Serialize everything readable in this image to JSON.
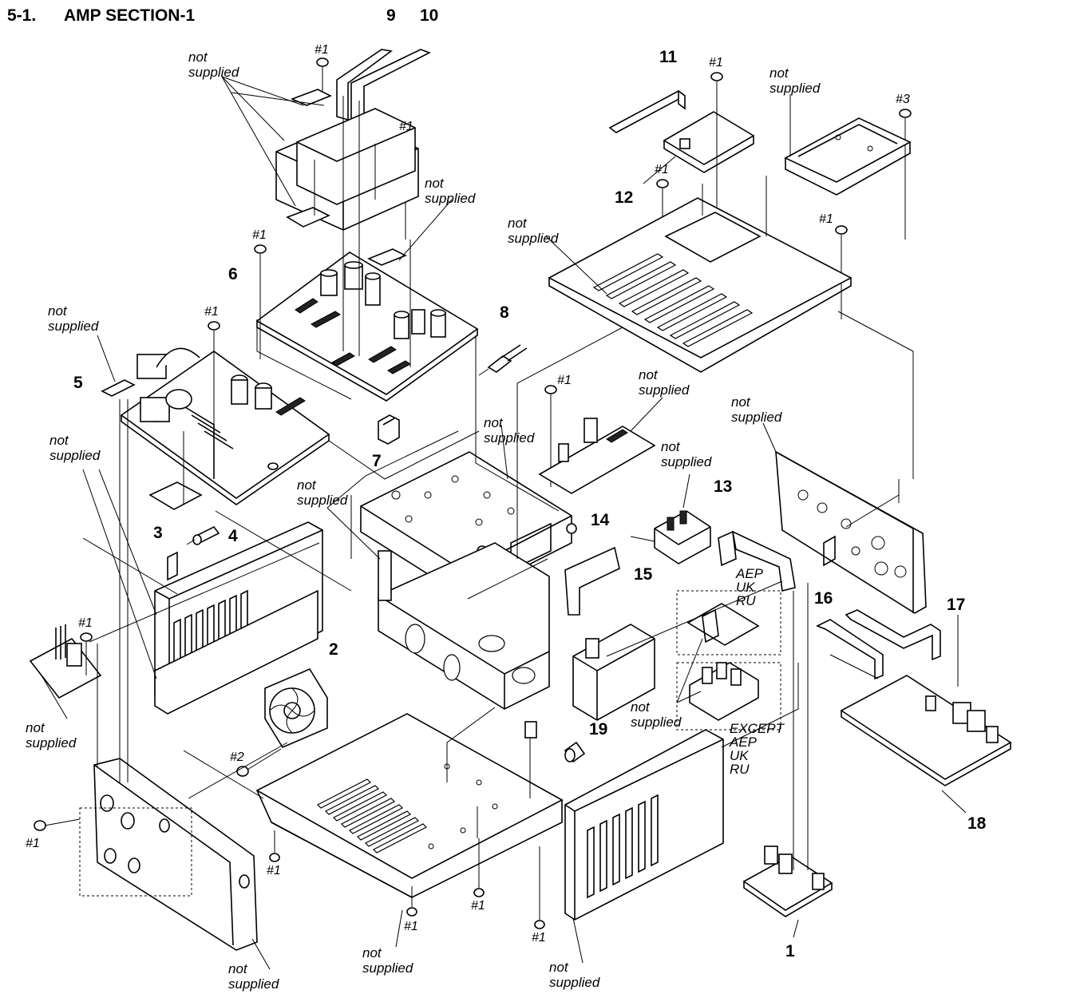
{
  "header": {
    "section_number": "5-1.",
    "section_title": "AMP SECTION-1"
  },
  "part_numbers": [
    "1",
    "2",
    "3",
    "4",
    "5",
    "6",
    "7",
    "8",
    "9",
    "10",
    "11",
    "12",
    "13",
    "14",
    "15",
    "16",
    "17",
    "18",
    "19"
  ],
  "screw_refs": {
    "s1": "#1",
    "s2": "#2",
    "s3": "#3"
  },
  "not_supplied": {
    "line1": "not",
    "line2": "supplied"
  },
  "regions": {
    "aep_group": [
      "AEP",
      "UK",
      "RU"
    ],
    "except_group": [
      "EXCEPT",
      "AEP",
      "UK",
      "RU"
    ]
  }
}
